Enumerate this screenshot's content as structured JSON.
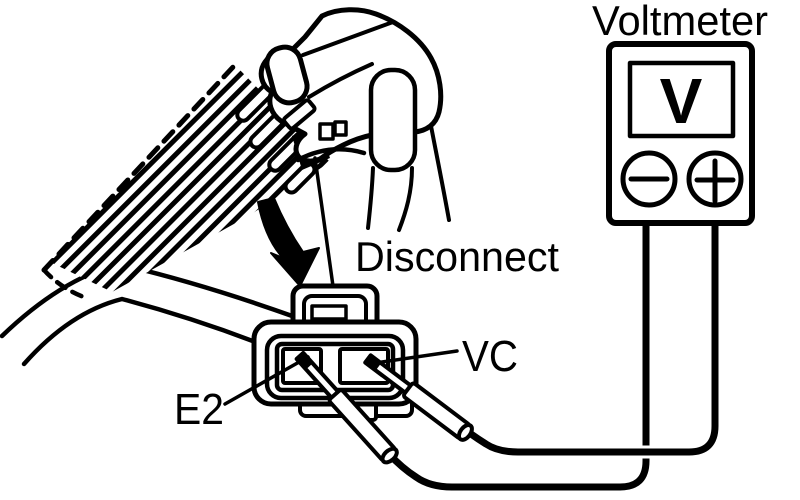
{
  "figure": {
    "type": "service-manual-illustration",
    "labels": {
      "voltmeter": "Voltmeter",
      "meter_display": "V",
      "disconnect": "Disconnect",
      "terminal_vc": "VC",
      "terminal_e2": "E2"
    },
    "voltmeter": {
      "display_symbol": "V",
      "terminals": [
        {
          "name": "negative",
          "symbol": "minus",
          "probe_connected_to": "E2"
        },
        {
          "name": "positive",
          "symbol": "plus",
          "probe_connected_to": "VC"
        }
      ]
    },
    "connector": {
      "cavities": [
        "E2",
        "VC"
      ],
      "action": "Disconnect"
    },
    "colors": {
      "ink": "#000000",
      "paper": "#ffffff"
    }
  }
}
